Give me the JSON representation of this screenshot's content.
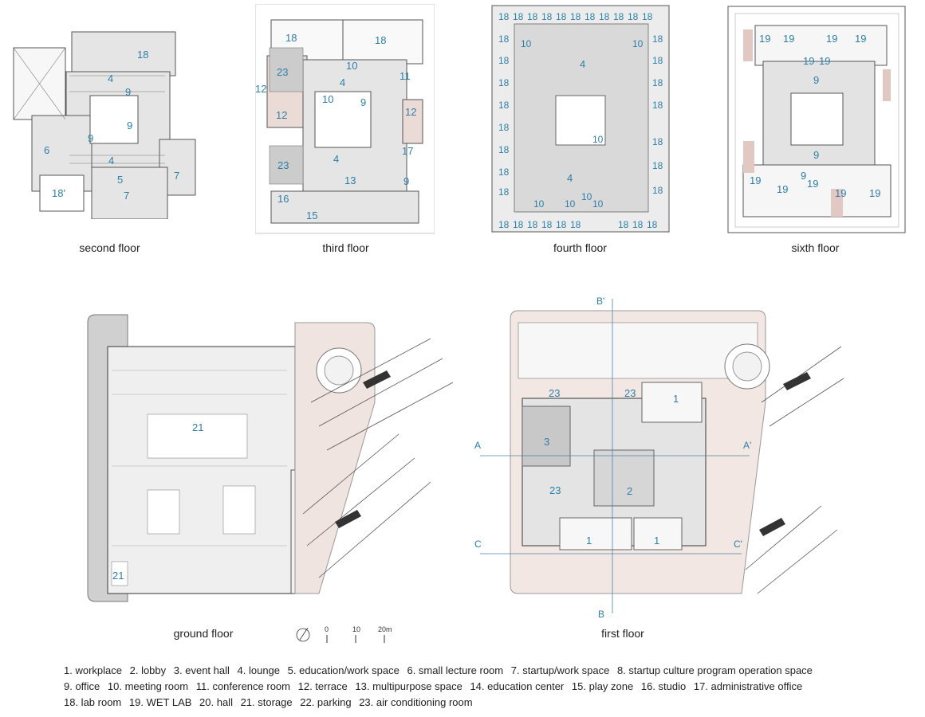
{
  "floors": {
    "second": "second floor",
    "third": "third floor",
    "fourth": "fourth floor",
    "sixth": "sixth floor",
    "ground": "ground floor",
    "first": "first floor"
  },
  "scale": {
    "s0": "0",
    "s10": "10",
    "s20": "20m"
  },
  "section_marks": {
    "a": "A",
    "a2": "A'",
    "b": "B",
    "b2": "B'",
    "c": "C",
    "c2": "C'"
  },
  "rooms": {
    "second": [
      "18",
      "4",
      "9",
      "9",
      "9",
      "6",
      "4",
      "5",
      "7",
      "7",
      "18'"
    ],
    "third": [
      "18",
      "18",
      "23",
      "10",
      "11",
      "4",
      "12",
      "10",
      "9",
      "12",
      "12",
      "17",
      "23",
      "4",
      "13",
      "9",
      "16",
      "15"
    ],
    "fourth": [
      "10",
      "10",
      "4",
      "10",
      "4",
      "10",
      "10",
      "10",
      "10"
    ],
    "sixth": [
      "19",
      "19",
      "19",
      "19",
      "19",
      "19",
      "9",
      "9",
      "9",
      "19",
      "19",
      "19",
      "19",
      "19"
    ],
    "ground": [
      "21",
      "21"
    ],
    "first": [
      "23",
      "23",
      "1",
      "3",
      "2",
      "23",
      "1",
      "1"
    ]
  },
  "legend": [
    "1. workplace",
    "2. lobby",
    "3. event hall",
    "4. lounge",
    "5. education/work space",
    "6. small lecture room",
    "7. startup/work space",
    "8. startup culture program operation space",
    "9. office",
    "10. meeting room",
    "11. conference room",
    "12. terrace",
    "13. multipurpose space",
    "14. education center",
    "15. play zone",
    "16. studio",
    "17. administrative office",
    "18. lab room",
    "19. WET LAB",
    "20. hall",
    "21. storage",
    "22. parking",
    "23. air conditioning room"
  ]
}
